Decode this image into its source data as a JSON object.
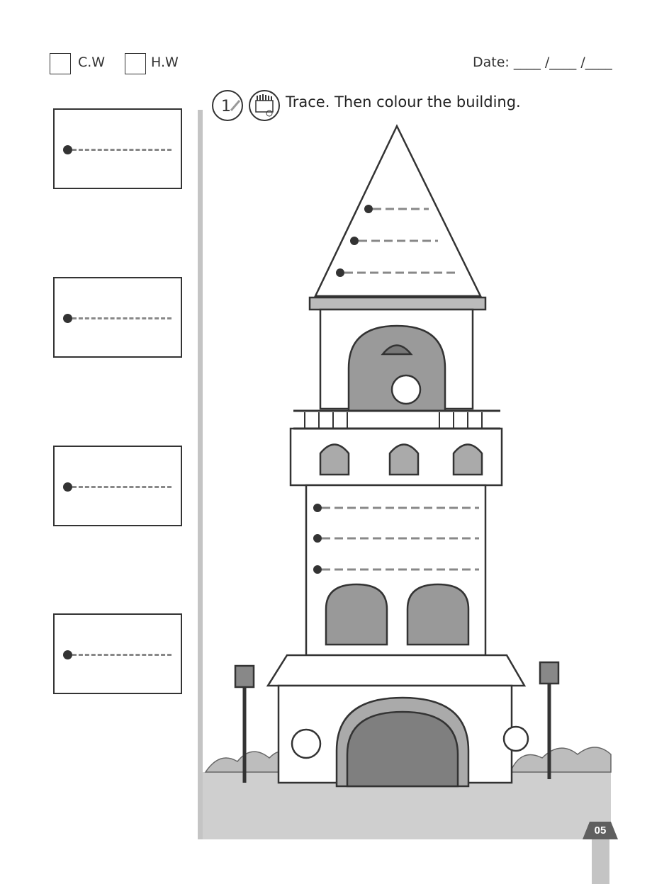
{
  "header": {
    "cw_label": "C.W",
    "hw_label": "H.W",
    "date_label": "Date: ____ /____ /____"
  },
  "exercise": {
    "number": "1",
    "instruction": "Trace. Then colour the building."
  },
  "trace_boxes": 4,
  "page_number": "05"
}
